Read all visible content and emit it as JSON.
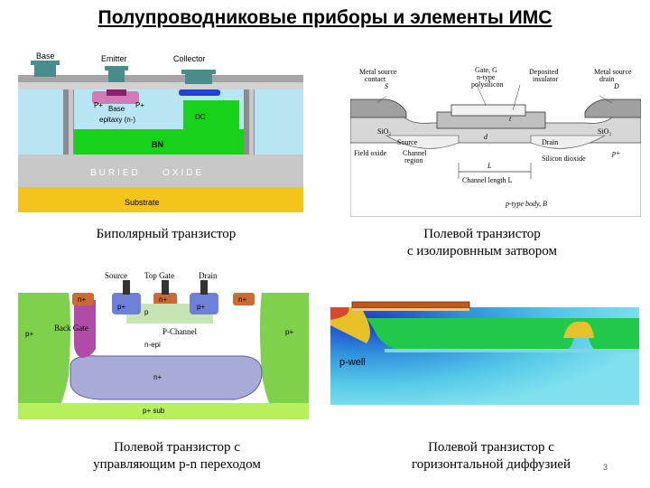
{
  "title": "Полупроводниковые приборы и элементы ИМС",
  "page_number": "3",
  "bipolar": {
    "caption": "Биполярный транзистор",
    "labels": {
      "base": "Base",
      "emitter": "Emitter",
      "collector": "Collector",
      "p_plus_left": "P+",
      "base_inner": "Base",
      "p_plus_right": "P+",
      "epitaxy": "epitaxy (n-)",
      "dc": "DC",
      "bn": "BN",
      "buried": "BURIED",
      "oxide": "OXIDE",
      "substrate": "Substrate"
    },
    "colors": {
      "silicon": "#b8e6f2",
      "bn": "#18d21a",
      "oxide": "#c8c8c8",
      "substrate": "#f3c41a",
      "emitter": "#8b1e6f",
      "collector": "#1f43d8",
      "metal": "#4a8c8c"
    }
  },
  "mosfet": {
    "caption_line1": "Полевой транзистор",
    "caption_line2": "с изолировнным затвором",
    "labels": {
      "gate": "Gate, G",
      "gate2": "n-type",
      "gate3": "polysilicon",
      "deposited": "Deposited",
      "insulator": "insulator",
      "msc_left1": "Metal source",
      "msc_left2": "contact",
      "msc_left3": "S",
      "msd_right1": "Metal source",
      "msd_right2": "drain",
      "msd_right3": "D",
      "sio2_left": "SiO₂",
      "sio2_right": "SiO₂",
      "tox": "t",
      "dox": "d",
      "source": "Source",
      "drain": "Drain",
      "field_oxide": "Field oxide",
      "channel_region1": "Channel",
      "channel_region2": "region",
      "l_label": "L",
      "silicon_dioxide": "Silicon dioxide",
      "p_plus": "p+",
      "channel_length": "Channel length L",
      "body": "p-type body, B"
    }
  },
  "jfet": {
    "caption_line1": "Полевой транзистор с",
    "caption_line2": "управляющим p-n переходом",
    "labels": {
      "source": "Source",
      "top_gate": "Top Gate",
      "drain": "Drain",
      "n_plus_left": "n+",
      "n_plus_mid": "n+",
      "n_plus_right": "n+",
      "p_plus_left": "p+",
      "p_plus_right": "p+",
      "p": "p",
      "back_gate": "Back Gate",
      "p_channel": "P-Channel",
      "n_epi": "n-epi",
      "p_plus_wall_left": "p+",
      "p_plus_wall_right": "p+",
      "n_plus_buried": "n+",
      "p_plus_sub": "p+ sub"
    },
    "colors": {
      "p_wall": "#7fd14b",
      "n_plus": "#cc6a35",
      "p_plus": "#6d7fd6",
      "back_gate": "#b04ca6",
      "n_buried": "#a7acd6",
      "sub": "#b6f05a"
    }
  },
  "diffusion": {
    "caption_line1": "Полевой транзистор с",
    "caption_line2": "горизонтальной диффузией",
    "labels": {
      "p_well": "p-well"
    }
  }
}
